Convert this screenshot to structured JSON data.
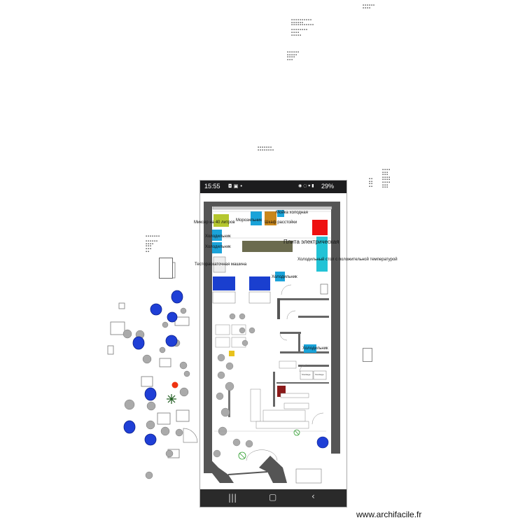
{
  "status_bar": {
    "time": "15:55",
    "battery": "29%",
    "right_icons": "◉ ◌ ▾ ▮"
  },
  "labels": {
    "mixer": "Миксер на 40 литров",
    "freezer": "Морозильник",
    "proofer": "Шкаф расстойки",
    "sink": "Мойка холодная",
    "fridge_1": "Холодильник",
    "fridge_2": "Холодильник",
    "oven": "Плита электрическая",
    "cold_table": "Холодильный стол с положительной температурой",
    "dough_sheeter": "Тестораскаточная машина",
    "bar_fridge": "Холодильник",
    "fridge_4": "Холодильник",
    "block_1": "Stockage",
    "block_2": "Stockage"
  },
  "watermark": "www.archifacile.fr",
  "nav": {
    "recent": "|||",
    "home": "▢",
    "back": "‹"
  },
  "colors": {
    "mixer": "#b5c72f",
    "freezer": "#1aa3d9",
    "proofer": "#c9871b",
    "oven": "#ee1111",
    "cold_table": "#22c3d6",
    "fridge": "#1aa3d9",
    "blue_block": "#1a3fcf",
    "wall": "#555555",
    "dark_red": "#8b1a1a",
    "yellow": "#e8c21c",
    "khaki": "#6b6b4e",
    "blob": "#1f3fd6"
  }
}
